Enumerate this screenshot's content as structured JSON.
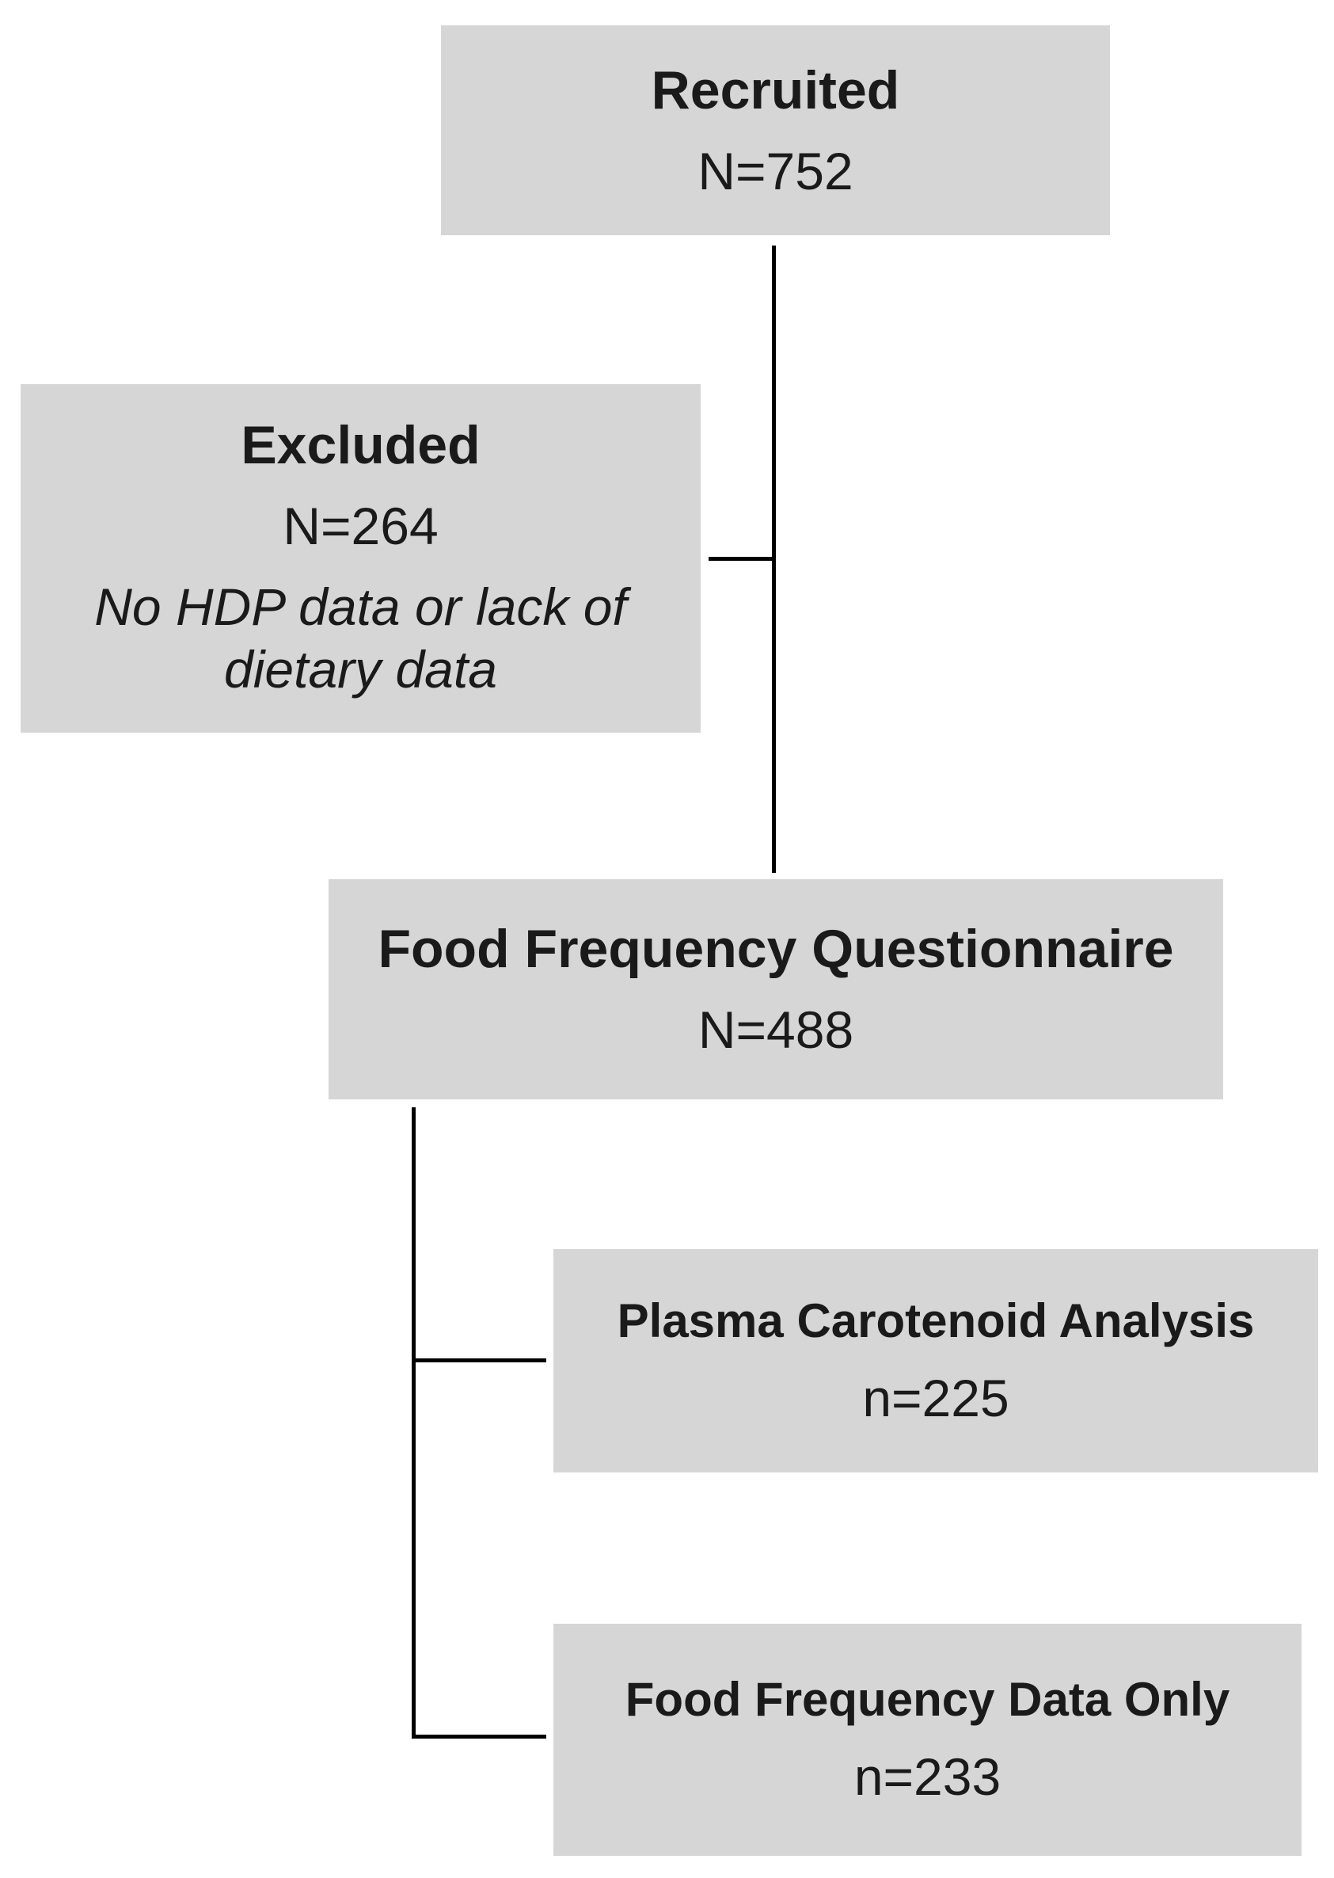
{
  "diagram": {
    "recruited": {
      "title": "Recruited",
      "count": "N=752"
    },
    "excluded": {
      "title": "Excluded",
      "count": "N=264",
      "note": "No HDP data or lack of dietary data"
    },
    "ffq": {
      "title": "Food Frequency Questionnaire",
      "count": "N=488"
    },
    "plasma": {
      "title": "Plasma Carotenoid Analysis",
      "count": "n=225"
    },
    "ffq_only": {
      "title": "Food Frequency Data Only",
      "count": "n=233"
    },
    "colors": {
      "box_fill": "#d6d6d6",
      "connector": "#000000",
      "text": "#1a1a1a"
    }
  }
}
